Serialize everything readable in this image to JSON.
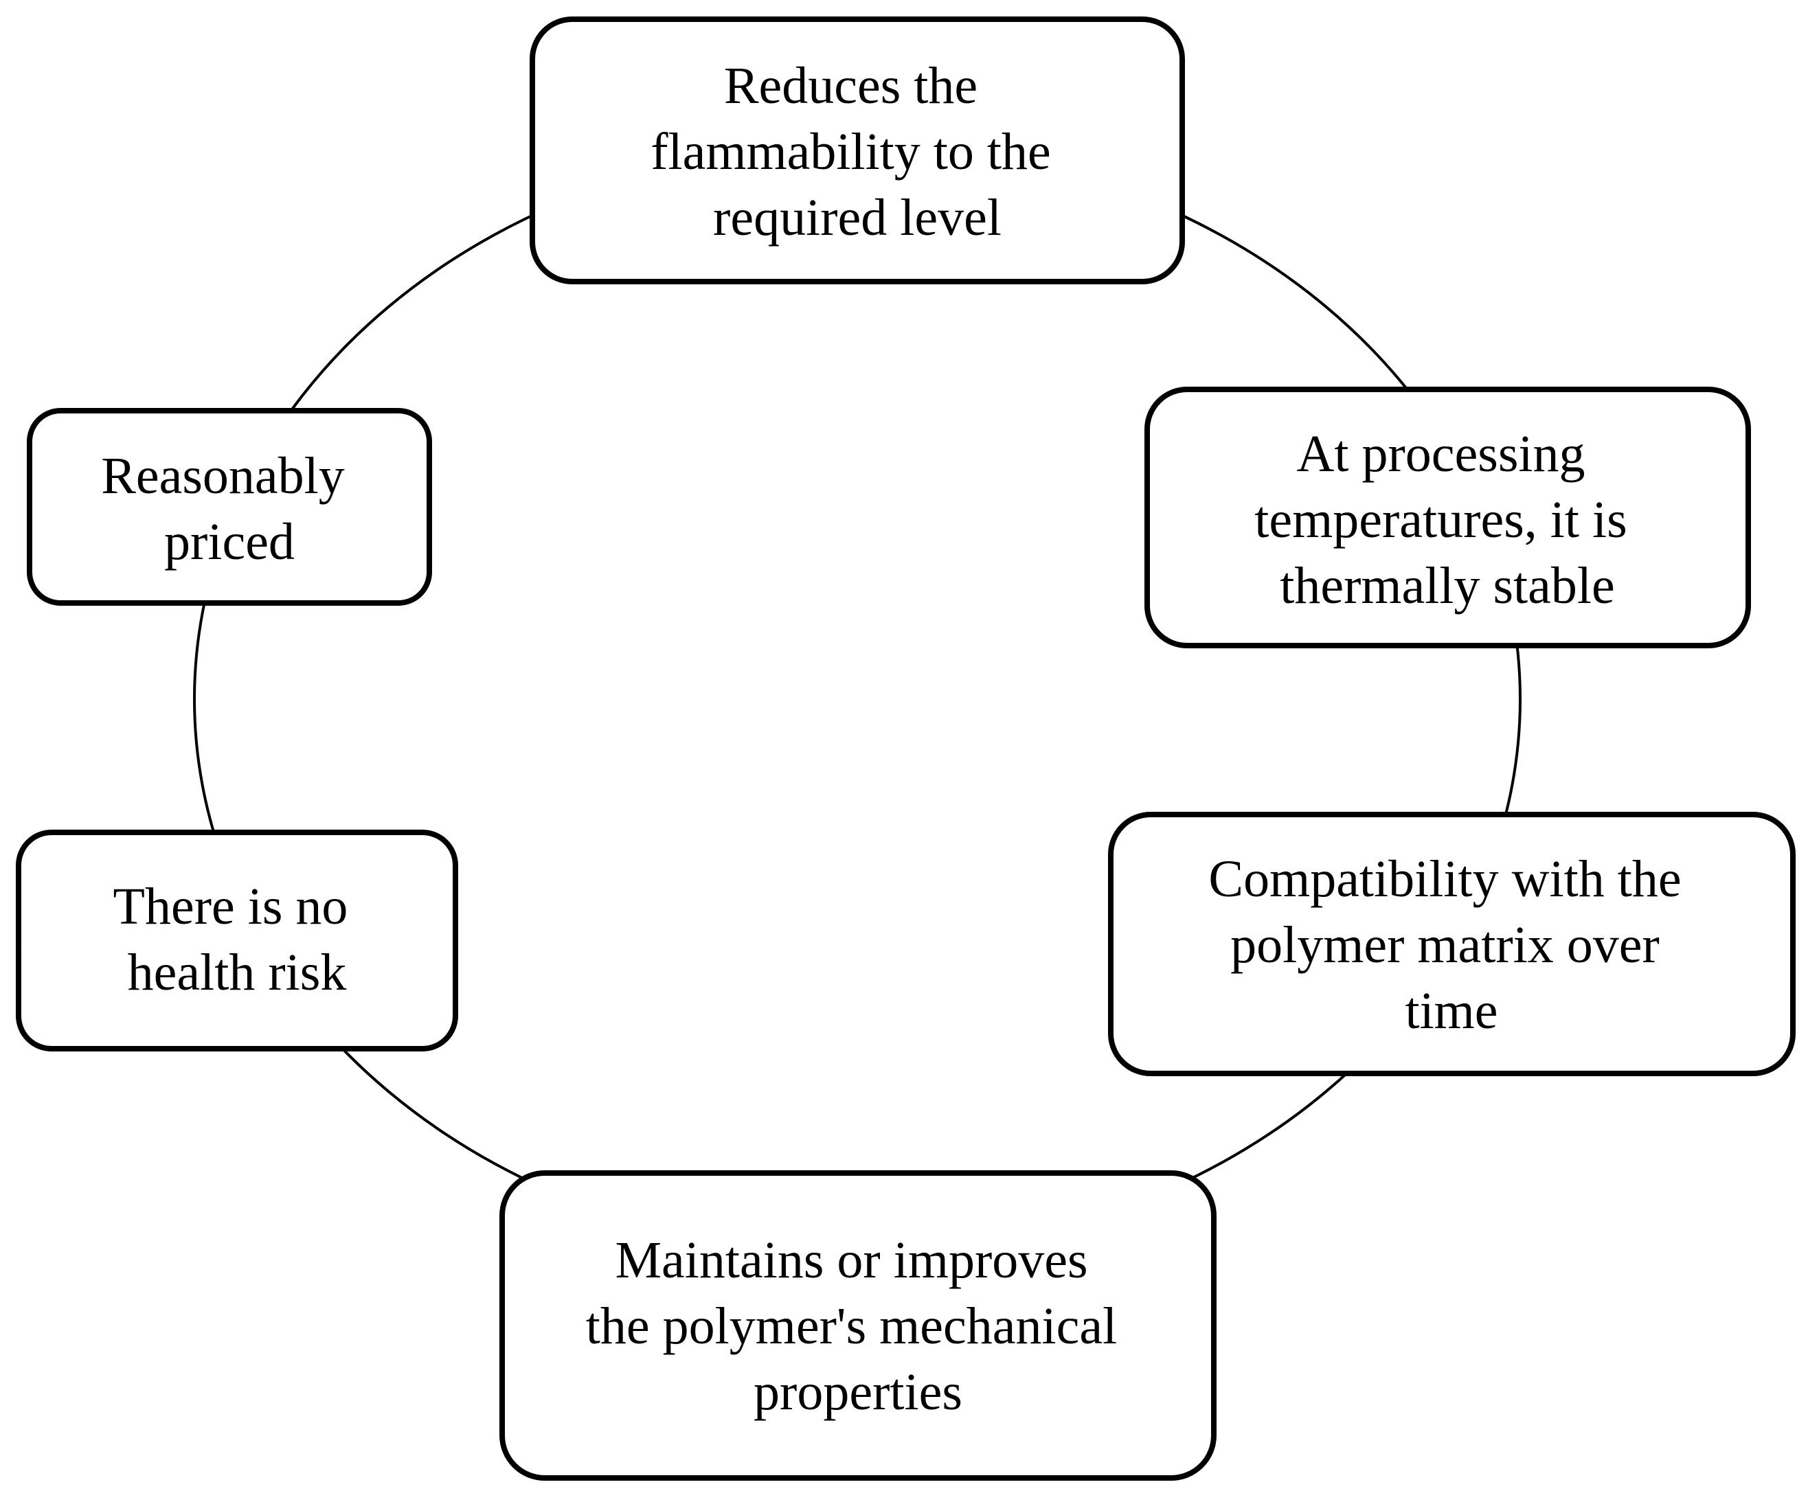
{
  "nodes": [
    {
      "id": "flammability",
      "lines": [
        "Reduces the",
        "flammability to the",
        "required level"
      ]
    },
    {
      "id": "thermal",
      "lines": [
        "At processing",
        "temperatures, it is",
        "thermally stable"
      ]
    },
    {
      "id": "compatibility",
      "lines": [
        "Compatibility with the",
        "polymer matrix over",
        "time"
      ]
    },
    {
      "id": "mechanical",
      "lines": [
        "Maintains or improves",
        "the polymer's mechanical",
        "properties"
      ]
    },
    {
      "id": "health",
      "lines": [
        "There is no",
        "health risk"
      ]
    },
    {
      "id": "price",
      "lines": [
        "Reasonably",
        "priced"
      ]
    }
  ],
  "colors": {
    "stroke": "#000000",
    "fill": "#ffffff",
    "text": "#000000"
  }
}
